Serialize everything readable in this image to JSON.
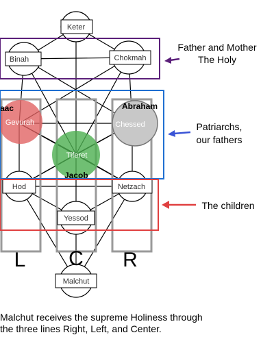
{
  "nodes": {
    "keter": "Keter",
    "binah": "Binah",
    "chokmah": "Chokmah",
    "gevurah": "Gevurah",
    "chessed": "Chessed",
    "tiferet": "Tiferet",
    "hod": "Hod",
    "netzach": "Netzach",
    "yessod": "Yessod",
    "malchut": "Malchut"
  },
  "figures": {
    "isaac": "aac",
    "abraham": "Abraham",
    "jacob": "Jacob"
  },
  "annotations": {
    "parents_line1": "Father and Mother",
    "parents_line2": "The Holy",
    "patriarchs_line1": "Patriarchs,",
    "patriarchs_line2": "our fathers",
    "children": "The children"
  },
  "columns": {
    "left": "L",
    "center": "C",
    "right": "R"
  },
  "caption": {
    "line1": "Malchut receives the supreme Holiness through",
    "line2": "the three lines Right, Left, and Center."
  },
  "colors": {
    "purple": "#5b1f7a",
    "blue": "#1f6fd1",
    "red": "#e04040",
    "gevurah": "#e06060",
    "tiferet": "#4caf50",
    "chessed": "#bdbdbd"
  }
}
